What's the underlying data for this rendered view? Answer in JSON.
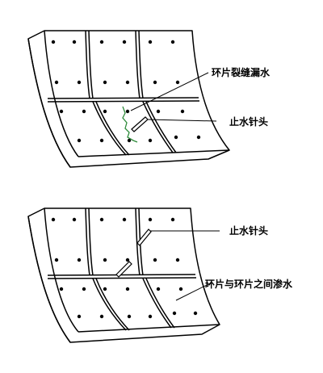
{
  "diagram": {
    "top": {
      "labels": {
        "crack": "环片裂缝漏水",
        "needle": "止水针头"
      }
    },
    "bottom": {
      "labels": {
        "needle": "止水针头",
        "seepage": "环片与环片之间渗水"
      }
    }
  },
  "colors": {
    "line": "#000000",
    "crack": "#2e8b3a",
    "background": "#ffffff"
  }
}
